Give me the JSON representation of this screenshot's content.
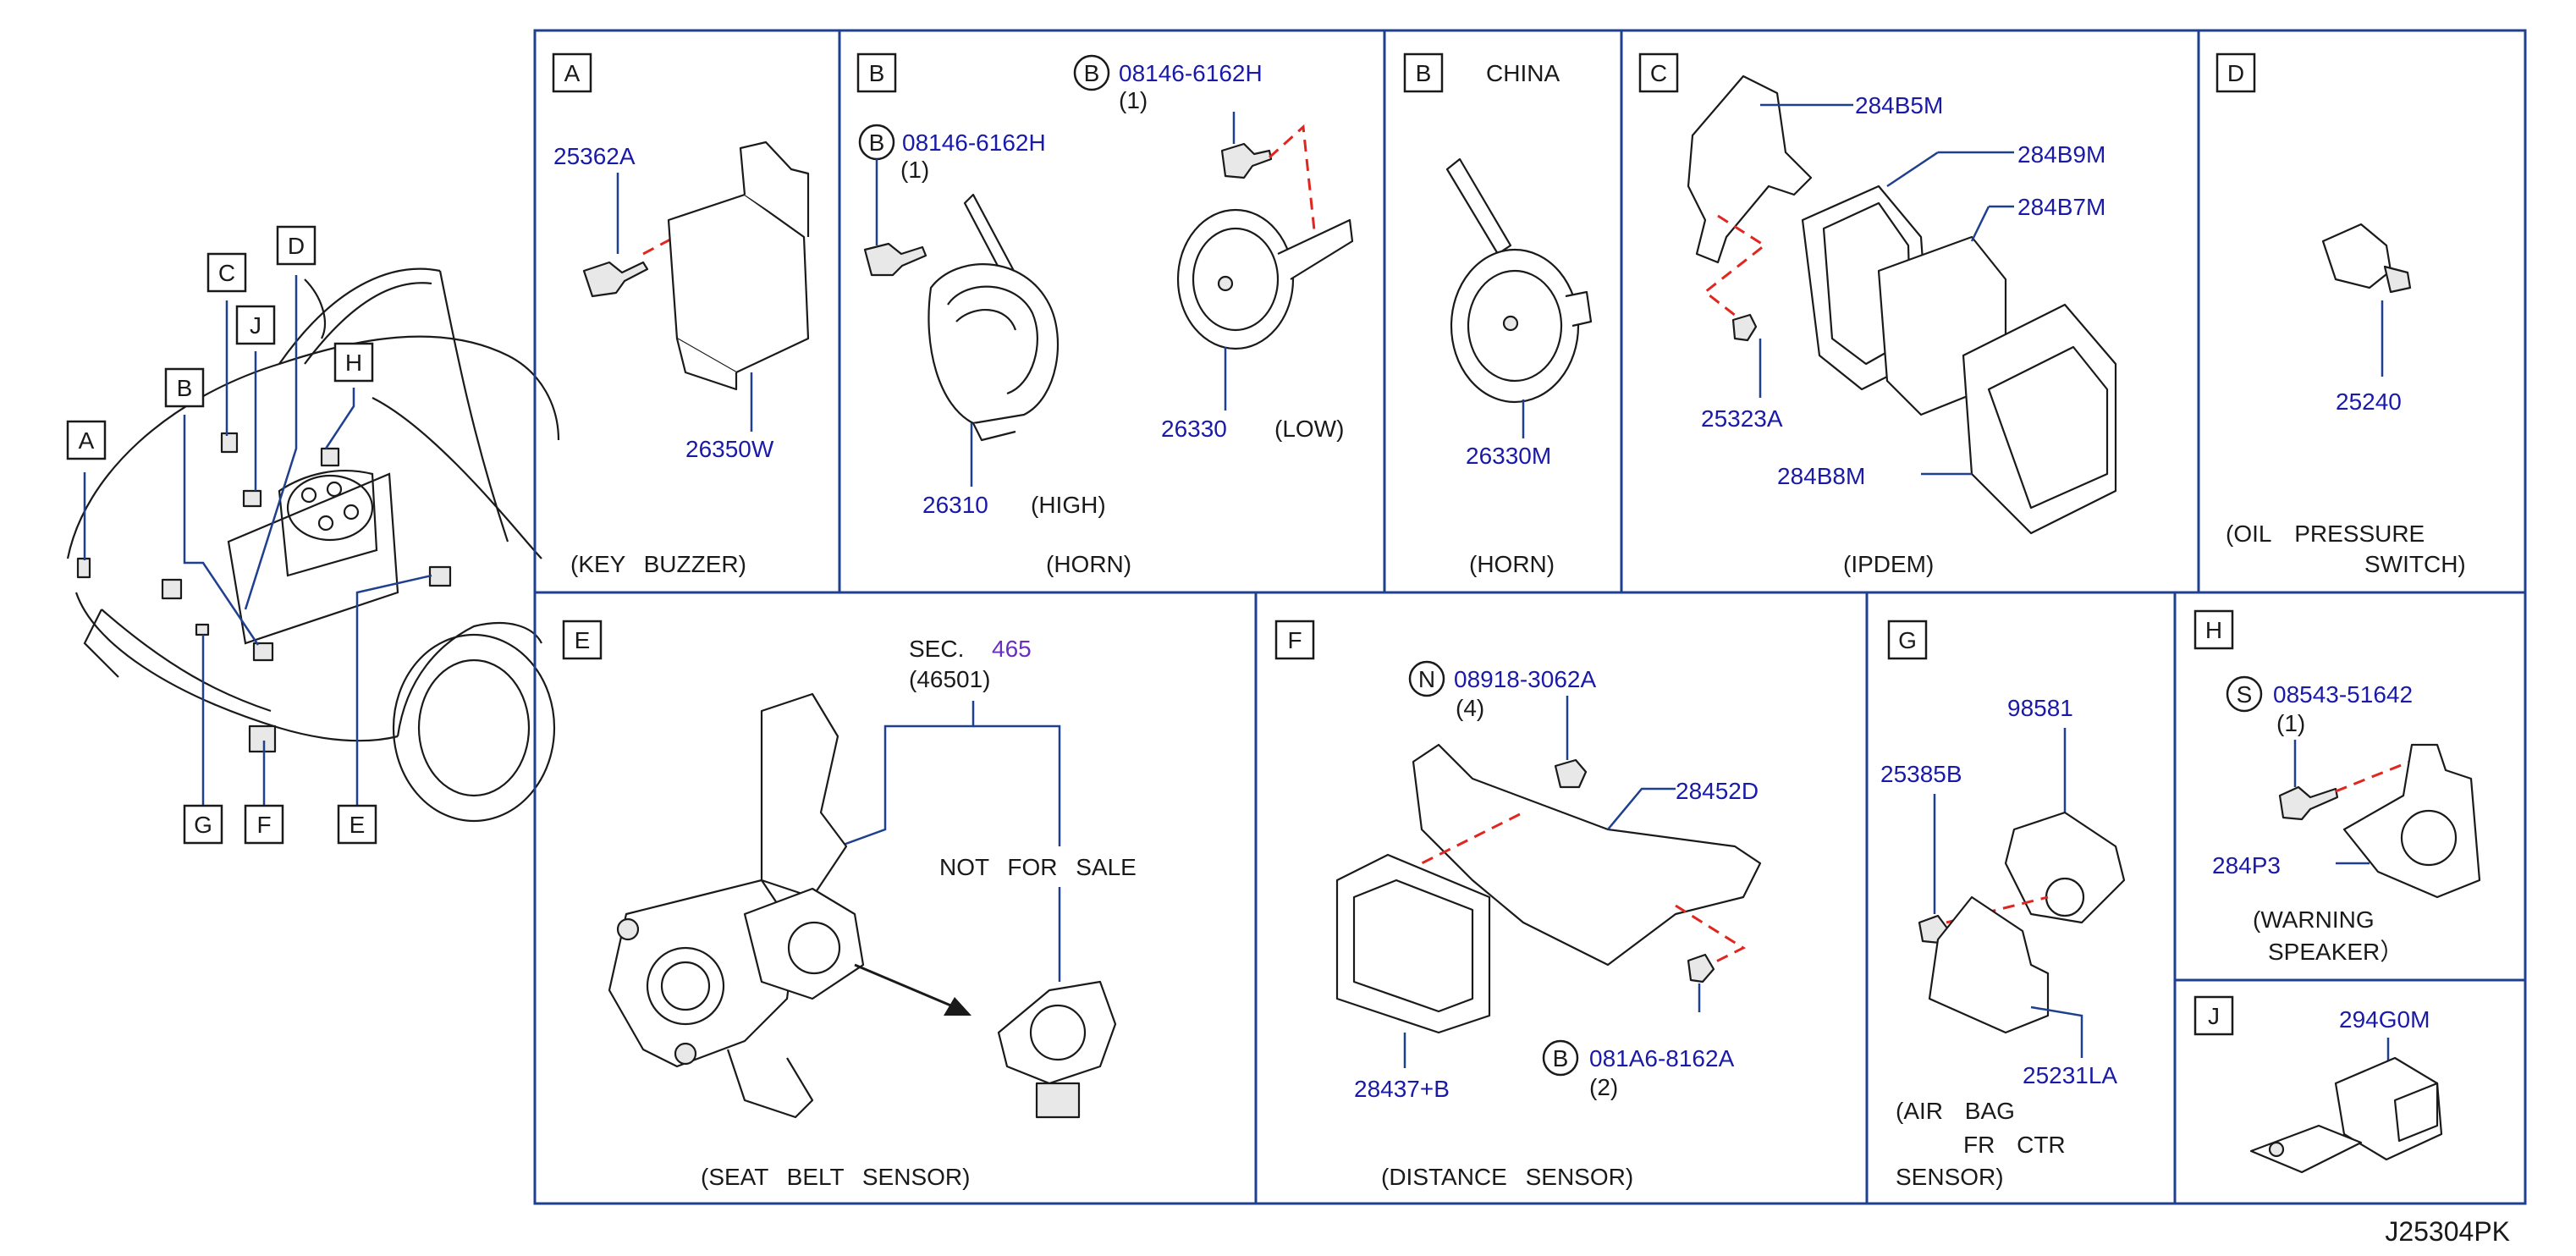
{
  "diagram_id": "J25304PK",
  "overview": {
    "callouts": [
      "A",
      "B",
      "C",
      "D",
      "J",
      "H",
      "G",
      "F",
      "E"
    ]
  },
  "sections": {
    "A": {
      "letter": "A",
      "parts": [
        "25362A",
        "26350W"
      ],
      "caption": "(KEY BUZZER)"
    },
    "B1": {
      "letter": "B",
      "bolt_symbol": "B",
      "bolt_left": "08146-6162H",
      "bolt_left_qty": "(1)",
      "bolt_right": "08146-6162H",
      "bolt_right_qty": "(1)",
      "high_part": "26310",
      "high_label": "(HIGH)",
      "low_part": "26330",
      "low_label": "(LOW)",
      "caption": "(HORN)"
    },
    "B2": {
      "letter": "B",
      "region": "CHINA",
      "part": "26330M",
      "caption": "(HORN)"
    },
    "C": {
      "letter": "C",
      "parts": [
        "284B5M",
        "284B9M",
        "284B7M",
        "25323A",
        "284B8M"
      ],
      "caption": "(IPDEM)"
    },
    "D": {
      "letter": "D",
      "part": "25240",
      "caption_line1": "(OIL PRESSURE",
      "caption_line2": "SWITCH)"
    },
    "E": {
      "letter": "E",
      "sec_label": "SEC.",
      "sec_num": "465",
      "sec_sub": "(46501)",
      "not_for_sale": "NOT FOR SALE",
      "caption": "(SEAT BELT SENSOR)"
    },
    "F": {
      "letter": "F",
      "nut_symbol": "N",
      "nut_part": "08918-3062A",
      "nut_qty": "(4)",
      "bracket": "28452D",
      "sensor": "28437+B",
      "bolt_symbol": "B",
      "bolt_part": "081A6-8162A",
      "bolt_qty": "(2)",
      "caption": "(DISTANCE SENSOR)"
    },
    "G": {
      "letter": "G",
      "parts": [
        "98581",
        "25385B",
        "25231LA"
      ],
      "caption_line1": "(AIR BAG",
      "caption_line2": "FR CTR",
      "caption_line3": "SENSOR)"
    },
    "H": {
      "letter": "H",
      "screw_symbol": "S",
      "screw_part": "08543-51642",
      "screw_qty": "(1)",
      "part": "284P3",
      "caption_line1": "(WARNING",
      "caption_line2": "SPEAKER）"
    },
    "J": {
      "letter": "J",
      "part": "294G0M"
    }
  },
  "colors": {
    "frame": "#1f3f8f",
    "part_number": "#1a1aa8",
    "dashed_leader": "#e0261e",
    "section_ref": "#6a2fc0"
  }
}
